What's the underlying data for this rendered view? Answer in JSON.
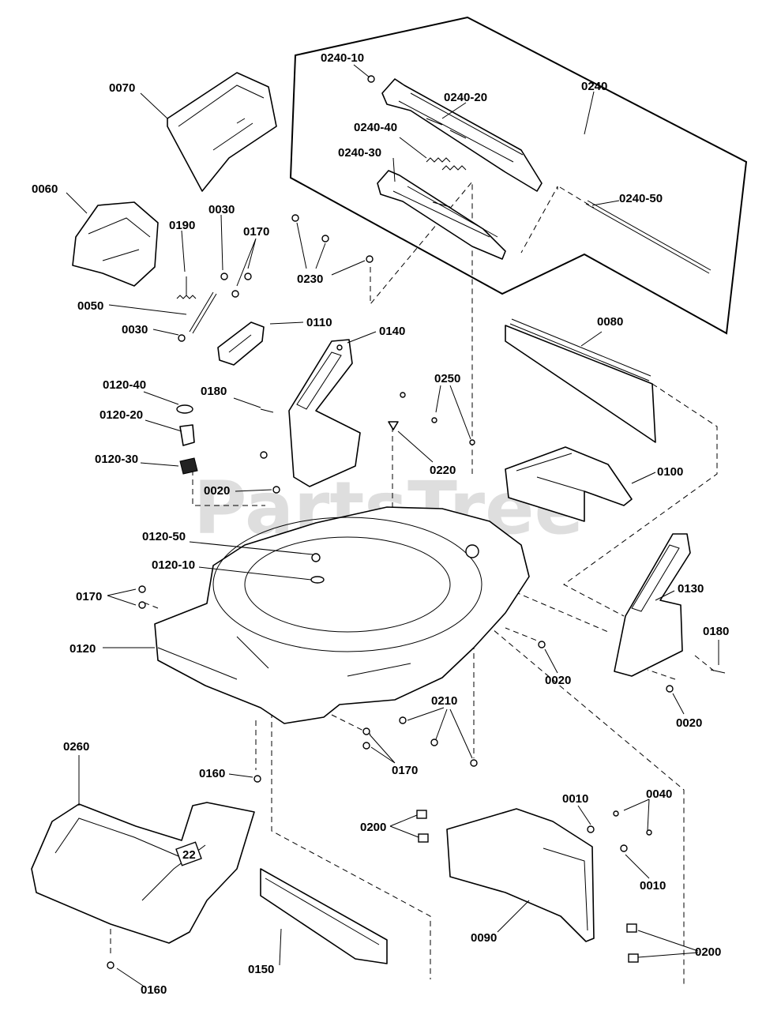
{
  "watermark": "PartsTree",
  "callouts": {
    "c0240_10": "0240-10",
    "c0240_20": "0240-20",
    "c0240": "0240",
    "c0240_40": "0240-40",
    "c0240_30": "0240-30",
    "c0240_50": "0240-50",
    "c0070": "0070",
    "c0060": "0060",
    "c0190": "0190",
    "c0030a": "0030",
    "c0170a": "0170",
    "c0230": "0230",
    "c0050": "0050",
    "c0030b": "0030",
    "c0110": "0110",
    "c0140": "0140",
    "c0080": "0080",
    "c0120_40": "0120-40",
    "c0180a": "0180",
    "c0250": "0250",
    "c0120_20": "0120-20",
    "c0220": "0220",
    "c0120_30": "0120-30",
    "c0020a": "0020",
    "c0100": "0100",
    "c0120_50": "0120-50",
    "c0120_10": "0120-10",
    "c0130": "0130",
    "c0170b": "0170",
    "c0180b": "0180",
    "c0120": "0120",
    "c0020b": "0020",
    "c0020c": "0020",
    "c0210": "0210",
    "c0260": "0260",
    "c0170c": "0170",
    "c0160a": "0160",
    "c0010a": "0010",
    "c0040": "0040",
    "c0200a": "0200",
    "c0010b": "0010",
    "c0090": "0090",
    "c0200b": "0200",
    "c0150": "0150",
    "c0160b": "0160"
  },
  "deck_badge": "22"
}
